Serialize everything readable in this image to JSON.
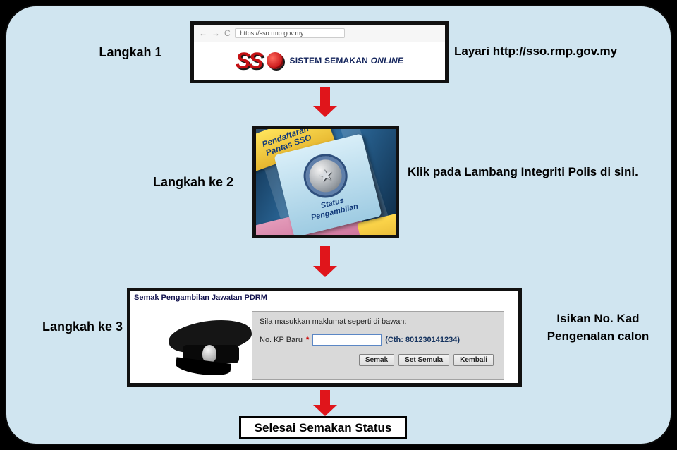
{
  "colors": {
    "arrow_red": "#e0151b",
    "panel_bg": "#d0e5f0",
    "border_black": "#111111"
  },
  "step1": {
    "label": "Langkah 1",
    "caption": "Layari http://sso.rmp.gov.my",
    "browser_url": "https://sso.rmp.gov.my",
    "logo_ss": "SS",
    "logo_text_1": "SISTEM SEMAKAN",
    "logo_text_2": "ONLINE"
  },
  "step2": {
    "label": "Langkah ke 2",
    "caption": "Klik pada Lambang Integriti Polis di sini.",
    "card_top_line1": "Pendaftaran",
    "card_top_line2": "Pantas SSO",
    "badge_label_line1": "Status",
    "badge_label_line2": "Pengambilan"
  },
  "step3": {
    "label": "Langkah ke 3",
    "caption_line1": "Isikan No. Kad",
    "caption_line2": "Pengenalan calon",
    "form_title": "Semak Pengambilan Jawatan PDRM",
    "instruction": "Sila masukkan maklumat seperti di bawah:",
    "field_label": "No. KP Baru",
    "required": "*",
    "input_value": "",
    "hint": "(Cth: 801230141234)",
    "buttons": [
      "Semak",
      "Set Semula",
      "Kembali"
    ]
  },
  "final_label": "Selesai Semakan Status"
}
